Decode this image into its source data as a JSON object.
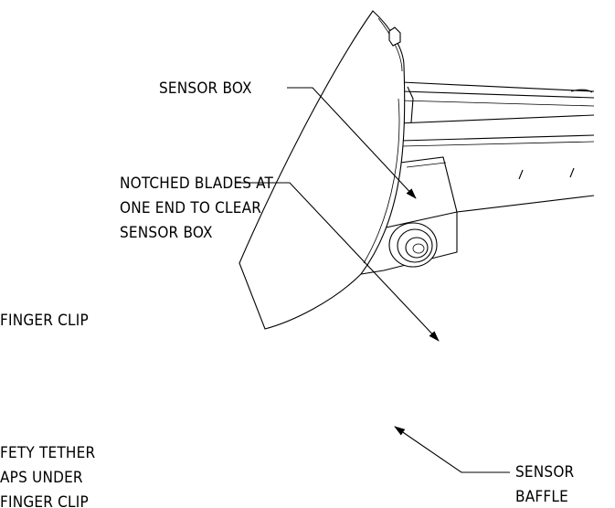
{
  "labels": {
    "sensor_box": "SENSOR BOX",
    "notched_line1": "NOTCHED BLADES AT",
    "notched_line2": "ONE END TO CLEAR",
    "notched_line3": "SENSOR BOX",
    "finger_clip": "FINGER CLIP",
    "tether_line1": "FETY TETHER",
    "tether_line2": "APS UNDER",
    "tether_line3": "FINGER CLIP",
    "baffle_line1": "SENSOR",
    "baffle_line2": "BAFFLE"
  },
  "colors": {
    "ink": "#000000",
    "background": "#ffffff"
  }
}
